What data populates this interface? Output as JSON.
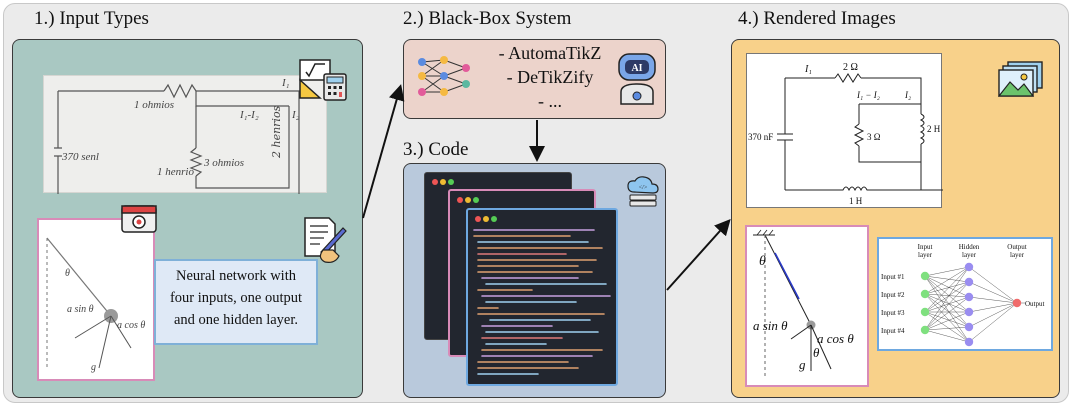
{
  "sections": {
    "input_types": "1.) Input Types",
    "black_box": "2.) Black-Box System",
    "code": "3.) Code",
    "rendered": "4.) Rendered Images"
  },
  "black_box_items": [
    "- AutomaTikZ",
    "- DeTikZify",
    "- ..."
  ],
  "text_input": {
    "line1": "Neural network with",
    "line2": "four inputs, one output",
    "line3": "and one hidden layer."
  },
  "sketch_labels": {
    "r1": "1 ohmios",
    "i1": "I₁",
    "i1i2": "I₁-I₂",
    "i2": "I₂",
    "src": "370 senl",
    "r3": "3 ohmios",
    "l2": "2 henrios",
    "l1": "1 henrio"
  },
  "circuit_labels": {
    "i1": "I₁",
    "r2": "2 Ω",
    "i1i2": "I₁ − I₂",
    "i2": "I₂",
    "cap": "370 nF",
    "r3": "3 Ω",
    "l2": "2 H",
    "l1": "1 H"
  },
  "pendulum_labels": {
    "theta": "θ",
    "asin": "a sin θ",
    "acos": "a cos θ",
    "g": "g"
  },
  "nn_labels": {
    "input_layer": [
      "Input",
      "layer"
    ],
    "hidden_layer": [
      "Hidden",
      "layer"
    ],
    "output_layer": [
      "Output",
      "layer"
    ],
    "inputs": [
      "Input #1",
      "Input #2",
      "Input #3",
      "Input #4"
    ],
    "output": "Output"
  },
  "colors": {
    "panel1_bg": "#a9c8c2",
    "panel2_bg": "#ecd3cb",
    "panel3_bg": "#b9c9dc",
    "panel4_bg": "#f8d18a",
    "nn_input": "#7fe07f",
    "nn_hidden": "#9a8df0",
    "nn_output": "#f06b6b"
  }
}
